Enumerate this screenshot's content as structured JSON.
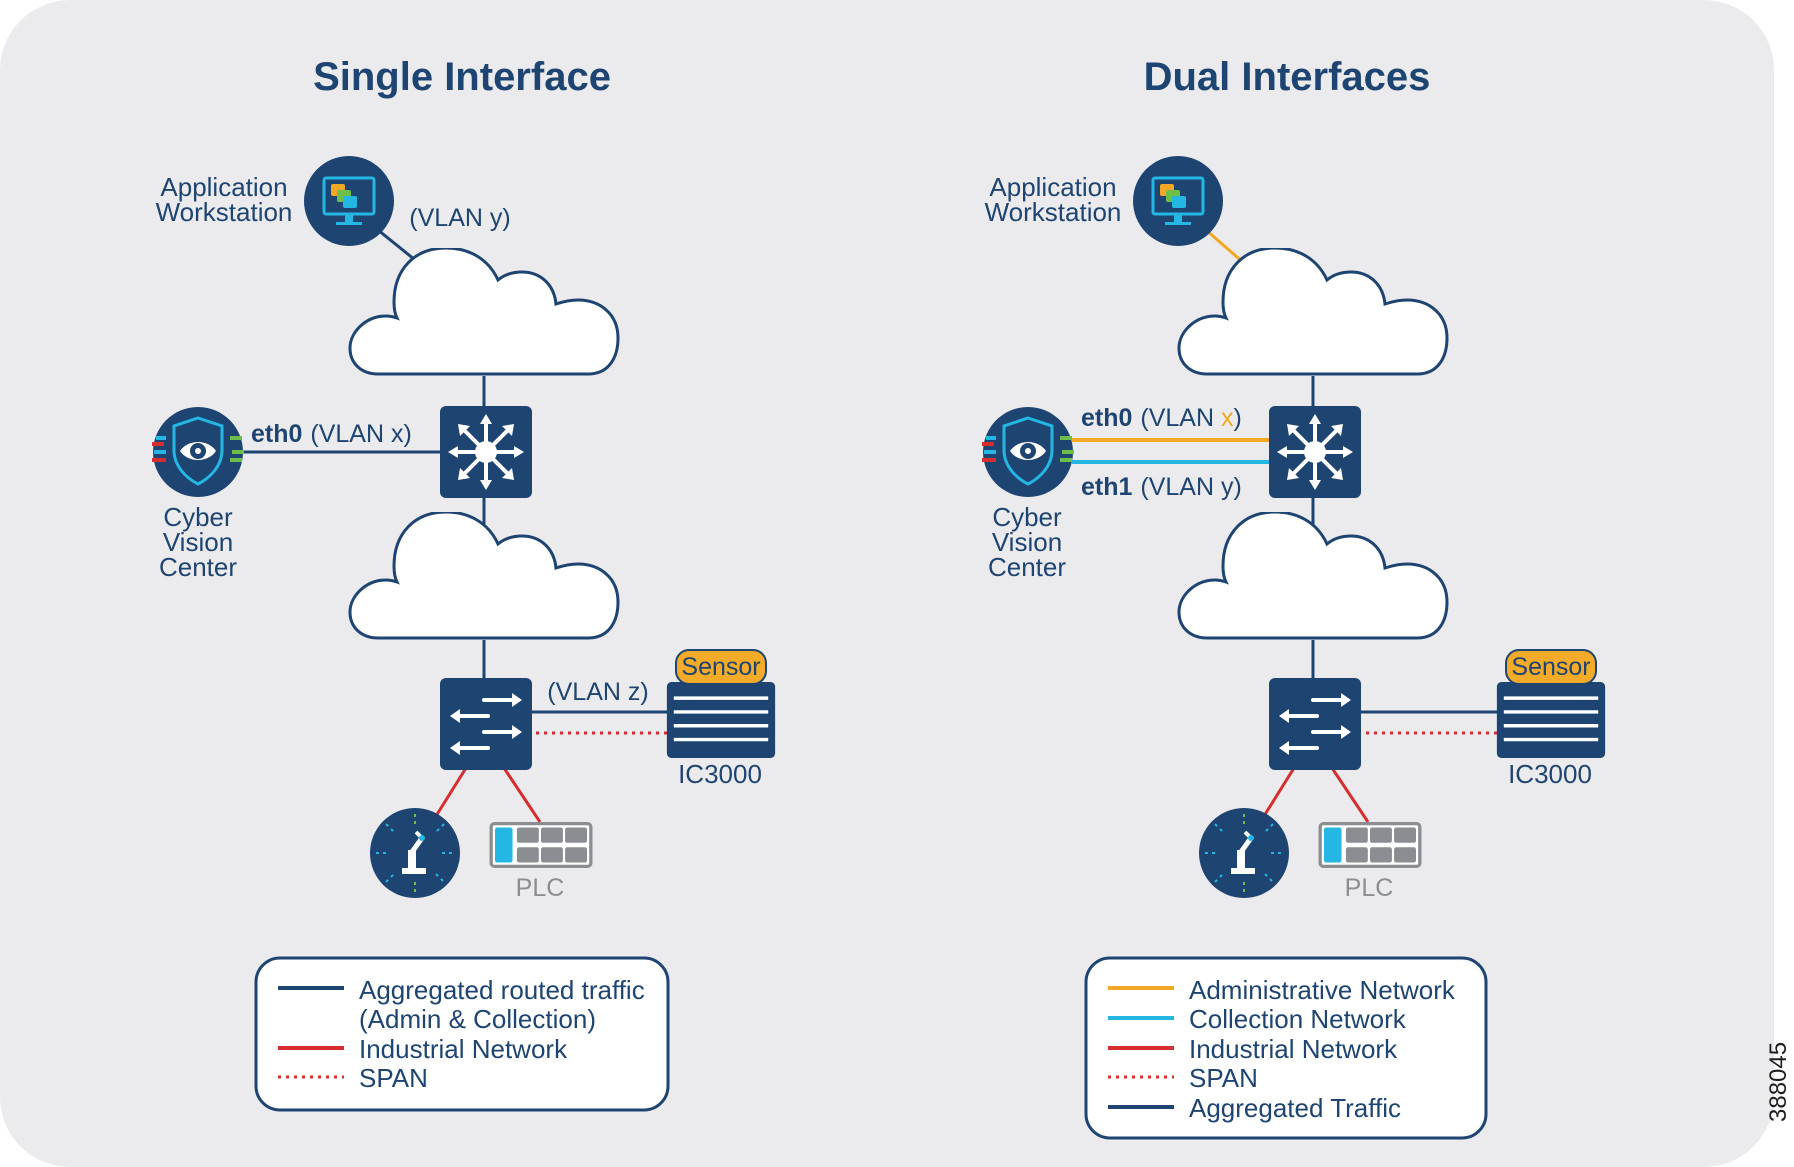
{
  "colors": {
    "background": "#ebebee",
    "navy": "#1e4471",
    "text": "#1e4471",
    "admin": "#f2a824",
    "collection": "#25b7e3",
    "industrial": "#d62e2e",
    "grey": "#8a8d91",
    "sensor_badge": "#f4ab2a"
  },
  "icons": [
    "monitor-icon",
    "shield-eye-icon",
    "switch-icon",
    "cloud-icon",
    "robot-arm-icon",
    "plc-icon",
    "sensor-appliance-icon"
  ],
  "side_id": "388045",
  "left": {
    "title": "Single Interface",
    "workstation_label": [
      "Application",
      "Workstation"
    ],
    "vlan_top": "(VLAN y)",
    "eth0_name": "eth0",
    "eth0_vlan": "(VLAN x)",
    "center_label": [
      "Cyber",
      "Vision",
      "Center"
    ],
    "vlan_z": "(VLAN z)",
    "sensor_badge": "Sensor",
    "ic3000": "IC3000",
    "plc": "PLC",
    "legend": [
      {
        "style": "navy",
        "text": "Aggregated routed traffic"
      },
      {
        "style": "none",
        "text": "(Admin & Collection)"
      },
      {
        "style": "industrial",
        "text": "Industrial Network"
      },
      {
        "style": "span",
        "text": "SPAN"
      }
    ]
  },
  "right": {
    "title": "Dual Interfaces",
    "workstation_label": [
      "Application",
      "Workstation"
    ],
    "eth0_name": "eth0",
    "eth0_vlan_open": "(VLAN ",
    "eth0_vlan_var": "x",
    "eth0_vlan_close": ")",
    "eth1_name": "eth1",
    "eth1_vlan": "(VLAN y)",
    "center_label": [
      "Cyber",
      "Vision",
      "Center"
    ],
    "sensor_badge": "Sensor",
    "ic3000": "IC3000",
    "plc": "PLC",
    "legend": [
      {
        "style": "admin",
        "text": "Administrative Network"
      },
      {
        "style": "collection",
        "text": "Collection Network"
      },
      {
        "style": "industrial",
        "text": "Industrial Network"
      },
      {
        "style": "span",
        "text": "SPAN"
      },
      {
        "style": "navy",
        "text": "Aggregated Traffic"
      }
    ]
  }
}
